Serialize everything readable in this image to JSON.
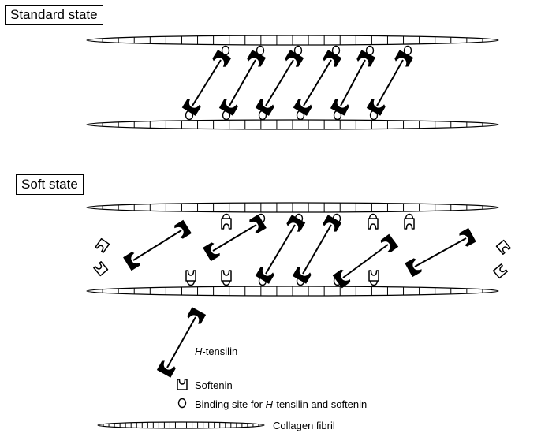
{
  "states": {
    "standard": "Standard state",
    "soft": "Soft state"
  },
  "legend": {
    "tensilin_prefix": "H",
    "tensilin_suffix": "-tensilin",
    "softenin": "Softenin",
    "binding_site_prefix": "Binding site for ",
    "binding_site_italic": "H",
    "binding_site_suffix": "-tensilin and softenin",
    "fibril": "Collagen fibril"
  },
  "icons": {
    "tensilin": "tensilin-dumbbell-icon",
    "softenin": "softenin-cup-icon",
    "binding_site": "binding-site-circle-icon",
    "fibril": "collagen-fibril-icon"
  }
}
